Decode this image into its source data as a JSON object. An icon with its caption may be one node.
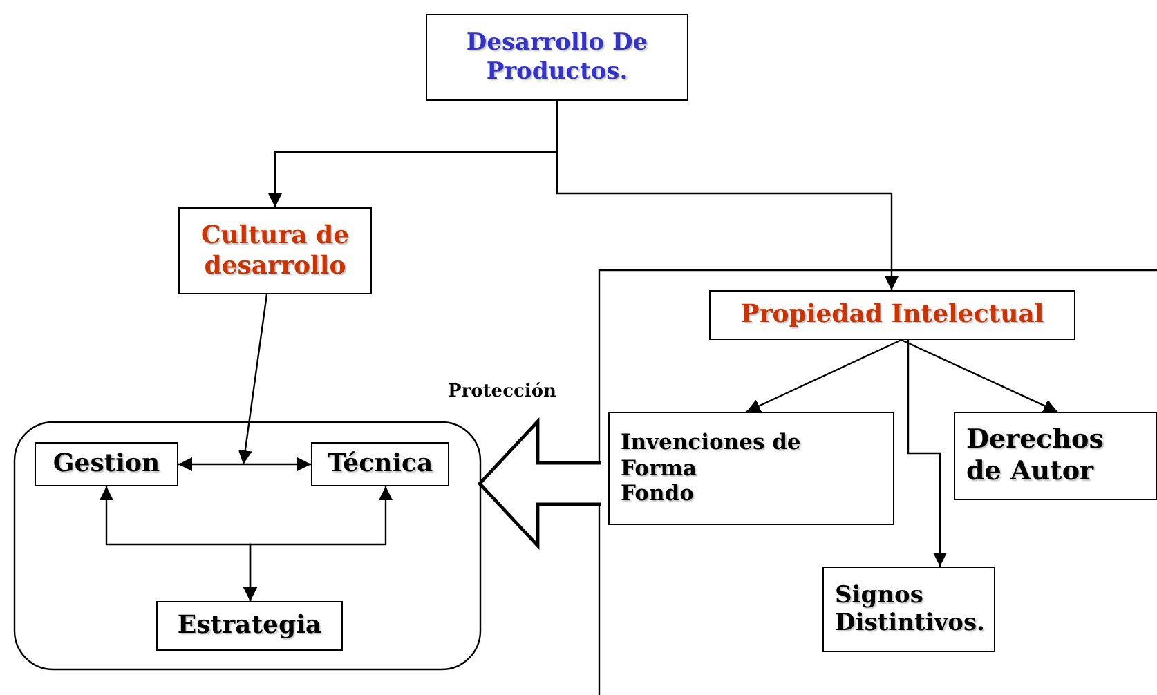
{
  "diagram": {
    "nodes": [
      {
        "text": [
          "Desarrollo De Productos."
        ]
      },
      {
        "text": [
          "Cultura de desarrollo"
        ]
      },
      {
        "text": [],
        "shape": "box"
      },
      {
        "text": [
          "Gestion"
        ],
        "in": 2
      },
      {
        "text": [
          "Técnica"
        ],
        "in": 2
      },
      {
        "text": [
          "Estrategia"
        ],
        "in": 2
      },
      {
        "text": [],
        "shape": "box"
      },
      {
        "text": [
          "Propiedad Intelectual"
        ],
        "in": 6
      },
      {
        "text": [
          "Invenciones de",
          "Forma",
          "Fondo"
        ],
        "in": 6
      },
      {
        "text": [
          "Derechos de Autor"
        ],
        "in": 6
      },
      {
        "text": [
          "Signos Distintivos."
        ],
        "in": 6
      }
    ],
    "edges": [
      {
        "from": 0,
        "to": 1,
        "arrow": "to"
      },
      {
        "from": 0,
        "to": 7,
        "arrow": "to"
      },
      {
        "from": 1,
        "to": null,
        "arrow": "to"
      },
      {
        "from": 3,
        "to": 4,
        "arrow": "both"
      },
      {
        "from": 5,
        "to": 3,
        "arrow": "both"
      },
      {
        "from": 5,
        "to": 4,
        "arrow": "both"
      },
      {
        "from": 7,
        "to": 8,
        "arrow": "to"
      },
      {
        "from": 7,
        "to": 9,
        "arrow": "to"
      },
      {
        "from": 7,
        "to": 10,
        "arrow": "to"
      },
      {
        "from": 6,
        "to": 2,
        "arrow": "to",
        "label": "Protección",
        "style": "thick"
      }
    ]
  }
}
